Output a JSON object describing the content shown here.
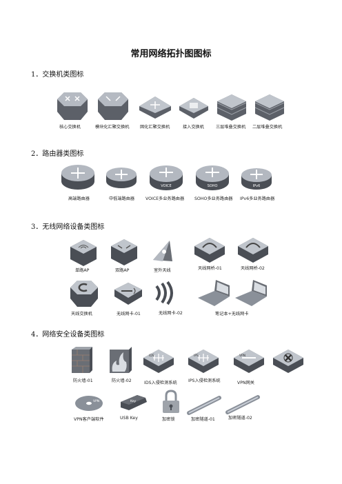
{
  "title": "常用网络拓扑图图标",
  "sections": [
    {
      "heading": "1．交换机类图标",
      "labels": [
        "核心交换机",
        "模块化汇聚交换机",
        "固化汇聚交换机",
        "接入交换机",
        "三层堆叠交换机",
        "二层堆叠交换机"
      ]
    },
    {
      "heading": "2．路由器类图标",
      "labels": [
        "高端路由器",
        "中低端路由器",
        "VOICE多业务路由器",
        "SOHO多业务路由器",
        "IPv6多业务路由器"
      ],
      "router_badges": [
        "VOICE",
        "SOHO",
        "IPv6"
      ]
    },
    {
      "heading": "3．无线网络设备类图标",
      "labels": [
        "单路AP",
        "双路AP",
        "室外天线",
        "天线网桥-01",
        "天线网桥-02",
        "天线交换机",
        "无线网卡-01",
        "无线网卡-02",
        "笔记本+无线网卡"
      ]
    },
    {
      "heading": "4．网络安全设备类图标",
      "labels": [
        "防火墙-01",
        "防火墙-02",
        "IDS入侵检测系统",
        "IPS入侵检测系统",
        "VPN网关",
        "VPN客户端软件",
        "USB Key",
        "加密锁",
        "加密隧道-01",
        "加密隧道-02"
      ],
      "device_badges": [
        "IDS",
        "IPS",
        "VPN",
        "VPN",
        "Key"
      ]
    }
  ],
  "colors": {
    "device_dark": "#4a4e55",
    "device_mid": "#8a9099",
    "device_light": "#c9ced6",
    "laptop": "#6a6e75"
  }
}
